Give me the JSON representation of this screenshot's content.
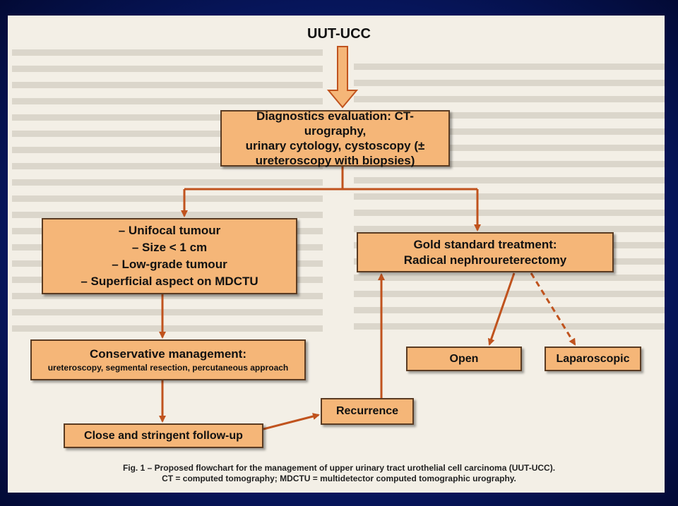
{
  "diagram": {
    "title": "UUT-UCC",
    "diagnostics": {
      "line1": "Diagnostics evaluation: CT-urography,",
      "line2": "urinary cytology, cystoscopy (±",
      "line3": "ureteroscopy with biopsies)"
    },
    "criteria": [
      "– Unifocal tumour",
      "– Size < 1 cm",
      "– Low-grade tumour",
      "– Superficial aspect on MDCTU"
    ],
    "gold_standard": {
      "line1": "Gold standard treatment:",
      "line2": "Radical nephroureterectomy"
    },
    "conservative": {
      "title": "Conservative management:",
      "detail": "ureteroscopy, segmental resection, percutaneous approach"
    },
    "follow_up": "Close and stringent follow-up",
    "recurrence": "Recurrence",
    "open": "Open",
    "laparoscopic": "Laparoscopic"
  },
  "caption": {
    "line1": "Fig. 1 – Proposed flowchart for the management of upper urinary tract urothelial cell carcinoma (UUT-UCC).",
    "line2": "CT = computed tomography; MDCTU = multidetector computed tomographic urography."
  },
  "colors": {
    "box_fill": "#f5b678",
    "box_border": "#5a3b22",
    "arrow": "#c0531e",
    "slide_background": "#0c2a8a"
  }
}
